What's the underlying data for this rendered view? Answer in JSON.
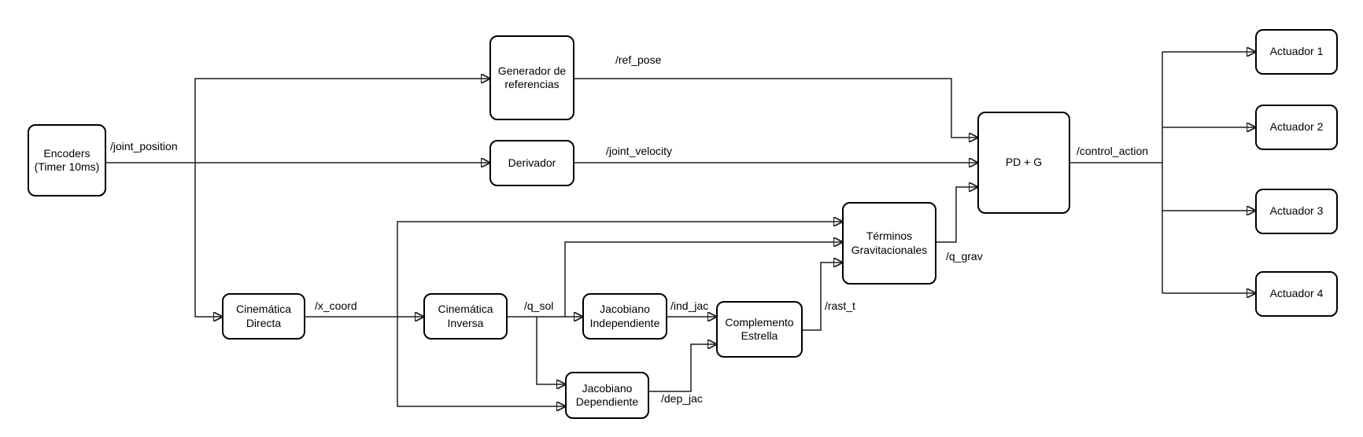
{
  "diagram": {
    "background": "#ffffff",
    "line_color": "#1f1f1f",
    "block_border_color": "#000000",
    "block_fill": "#ffffff",
    "text_color": "#000000",
    "nodes": {
      "encoders": {
        "label": "Encoders\n(Timer 10ms)"
      },
      "generador": {
        "label": "Generador de\nreferencias"
      },
      "derivador": {
        "label": "Derivador"
      },
      "cinematica_directa": {
        "label": "Cinemática\nDirecta"
      },
      "cinematica_inversa": {
        "label": "Cinemática\nInversa"
      },
      "jacobiano_independiente": {
        "label": "Jacobiano\nIndependiente"
      },
      "jacobiano_dependiente": {
        "label": "Jacobiano\nDependiente"
      },
      "complemento_estrella": {
        "label": "Complemento\nEstrella"
      },
      "terminos_gravitacionales": {
        "label": "Términos\nGravitacionales"
      },
      "pd_g": {
        "label": "PD + G"
      },
      "actuador_1": {
        "label": "Actuador 1"
      },
      "actuador_2": {
        "label": "Actuador 2"
      },
      "actuador_3": {
        "label": "Actuador 3"
      },
      "actuador_4": {
        "label": "Actuador 4"
      }
    },
    "signals": {
      "joint_position": {
        "label": "/joint_position",
        "from": "encoders",
        "to": [
          "generador",
          "derivador",
          "cinematica_directa"
        ]
      },
      "ref_pose": {
        "label": "/ref_pose",
        "from": "generador",
        "to": [
          "pd_g"
        ]
      },
      "joint_velocity": {
        "label": "/joint_velocity",
        "from": "derivador",
        "to": [
          "pd_g"
        ]
      },
      "x_coord": {
        "label": "/x_coord",
        "from": "cinematica_directa",
        "to": [
          "cinematica_inversa",
          "terminos_gravitacionales",
          "jacobiano_dependiente"
        ]
      },
      "q_sol": {
        "label": "/q_sol",
        "from": "cinematica_inversa",
        "to": [
          "jacobiano_independiente",
          "terminos_gravitacionales",
          "jacobiano_dependiente"
        ]
      },
      "ind_jac": {
        "label": "/ind_jac",
        "from": "jacobiano_independiente",
        "to": [
          "complemento_estrella"
        ]
      },
      "dep_jac": {
        "label": "/dep_jac",
        "from": "jacobiano_dependiente",
        "to": [
          "complemento_estrella"
        ]
      },
      "rast_t": {
        "label": "/rast_t",
        "from": "complemento_estrella",
        "to": [
          "terminos_gravitacionales"
        ]
      },
      "q_grav": {
        "label": "/q_grav",
        "from": "terminos_gravitacionales",
        "to": [
          "pd_g"
        ]
      },
      "control_action": {
        "label": "/control_action",
        "from": "pd_g",
        "to": [
          "actuador_1",
          "actuador_2",
          "actuador_3",
          "actuador_4"
        ]
      }
    }
  }
}
